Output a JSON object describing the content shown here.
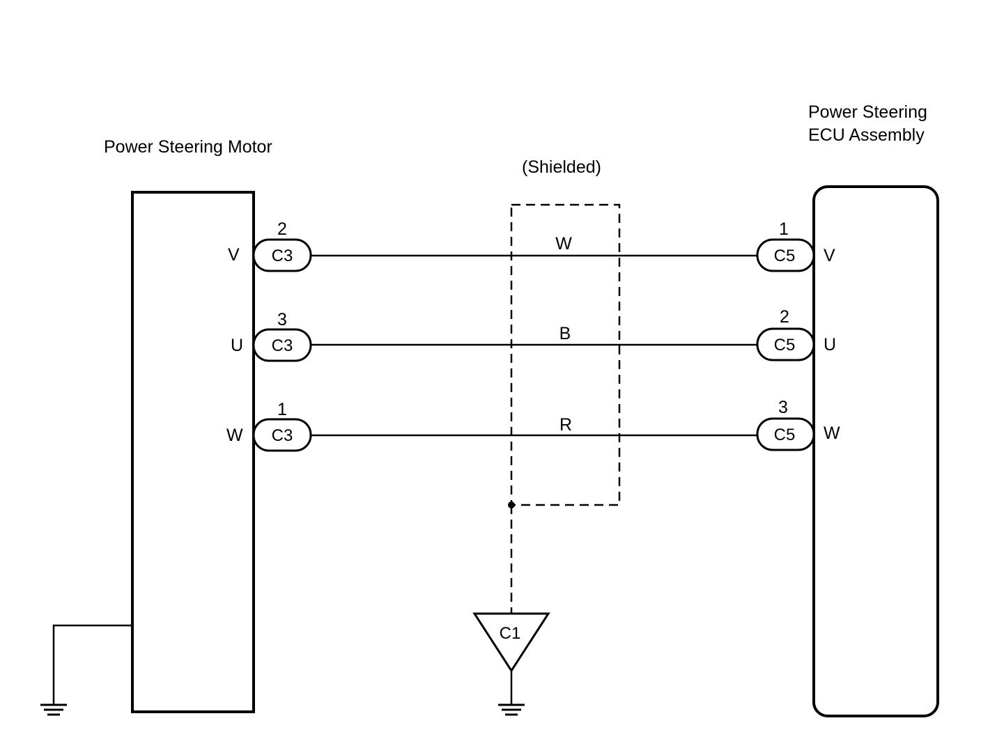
{
  "motor": {
    "title": "Power Steering Motor",
    "pins": [
      {
        "terminal": "V",
        "pin": "2",
        "connector": "C3"
      },
      {
        "terminal": "U",
        "pin": "3",
        "connector": "C3"
      },
      {
        "terminal": "W",
        "pin": "1",
        "connector": "C3"
      }
    ]
  },
  "ecu": {
    "title_line1": "Power Steering",
    "title_line2": "ECU Assembly",
    "pins": [
      {
        "terminal": "V",
        "pin": "1",
        "connector": "C5"
      },
      {
        "terminal": "U",
        "pin": "2",
        "connector": "C5"
      },
      {
        "terminal": "W",
        "pin": "3",
        "connector": "C5"
      }
    ]
  },
  "shield": {
    "label": "(Shielded)",
    "ground_connector": "C1"
  },
  "wires": [
    {
      "color": "W"
    },
    {
      "color": "B"
    },
    {
      "color": "R"
    }
  ]
}
